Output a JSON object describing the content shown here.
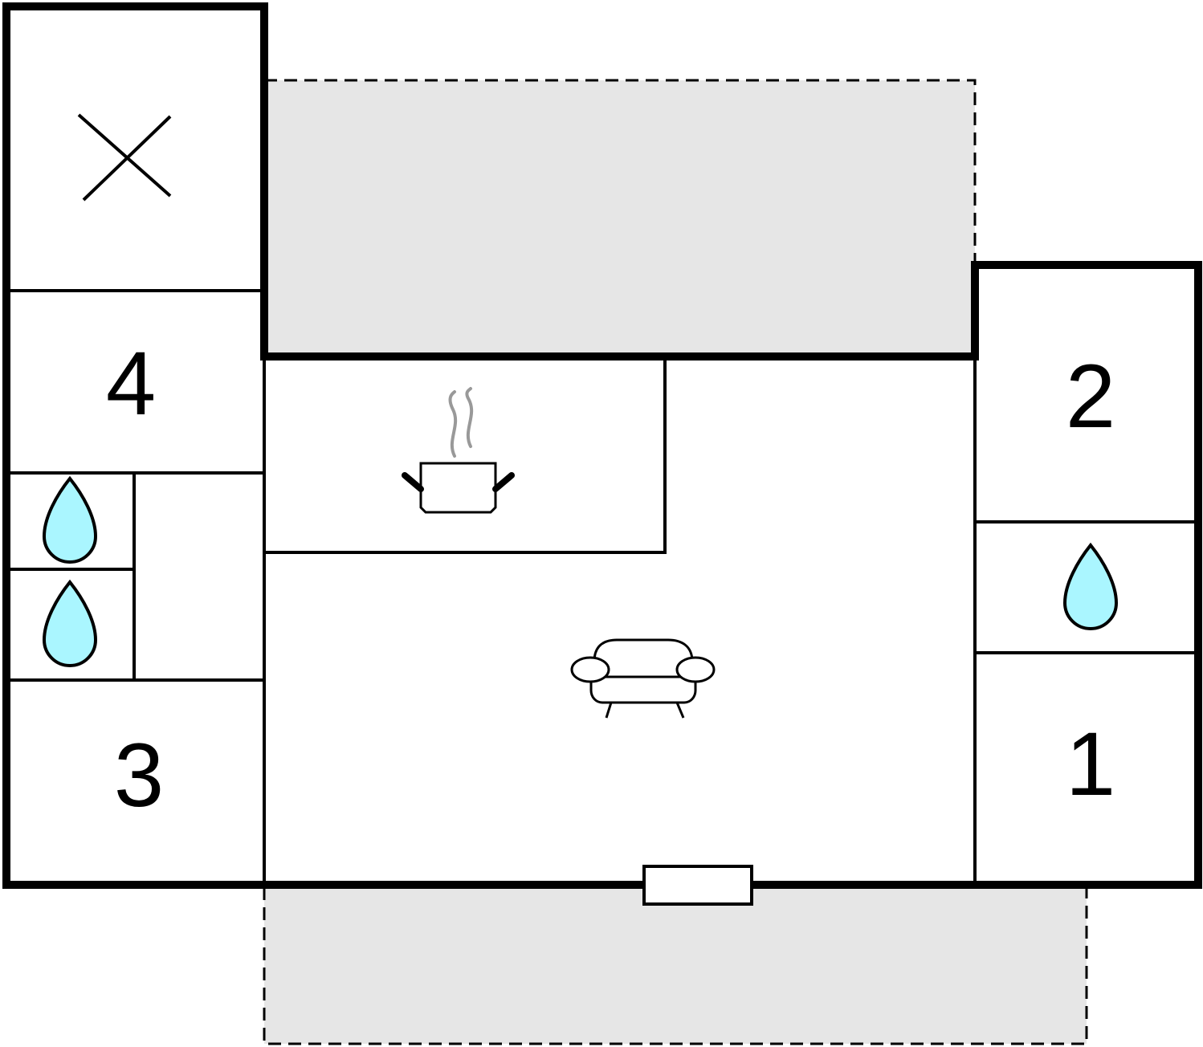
{
  "colors": {
    "wall": "#000000",
    "outdoor_area": "#e6e6e6",
    "water_drop": "#aaf6ff",
    "steam": "#999999",
    "background": "#ffffff"
  },
  "rooms": {
    "bedroom_1": {
      "number": "1"
    },
    "bedroom_2": {
      "number": "2"
    },
    "bedroom_3": {
      "number": "3"
    },
    "bedroom_4": {
      "number": "4"
    }
  },
  "icons": {
    "storage": "cross-icon",
    "kitchen": "cooking-pot-icon",
    "living_room": "sofa-icon",
    "bathroom": "water-drop-icon",
    "entrance": "door-icon"
  }
}
